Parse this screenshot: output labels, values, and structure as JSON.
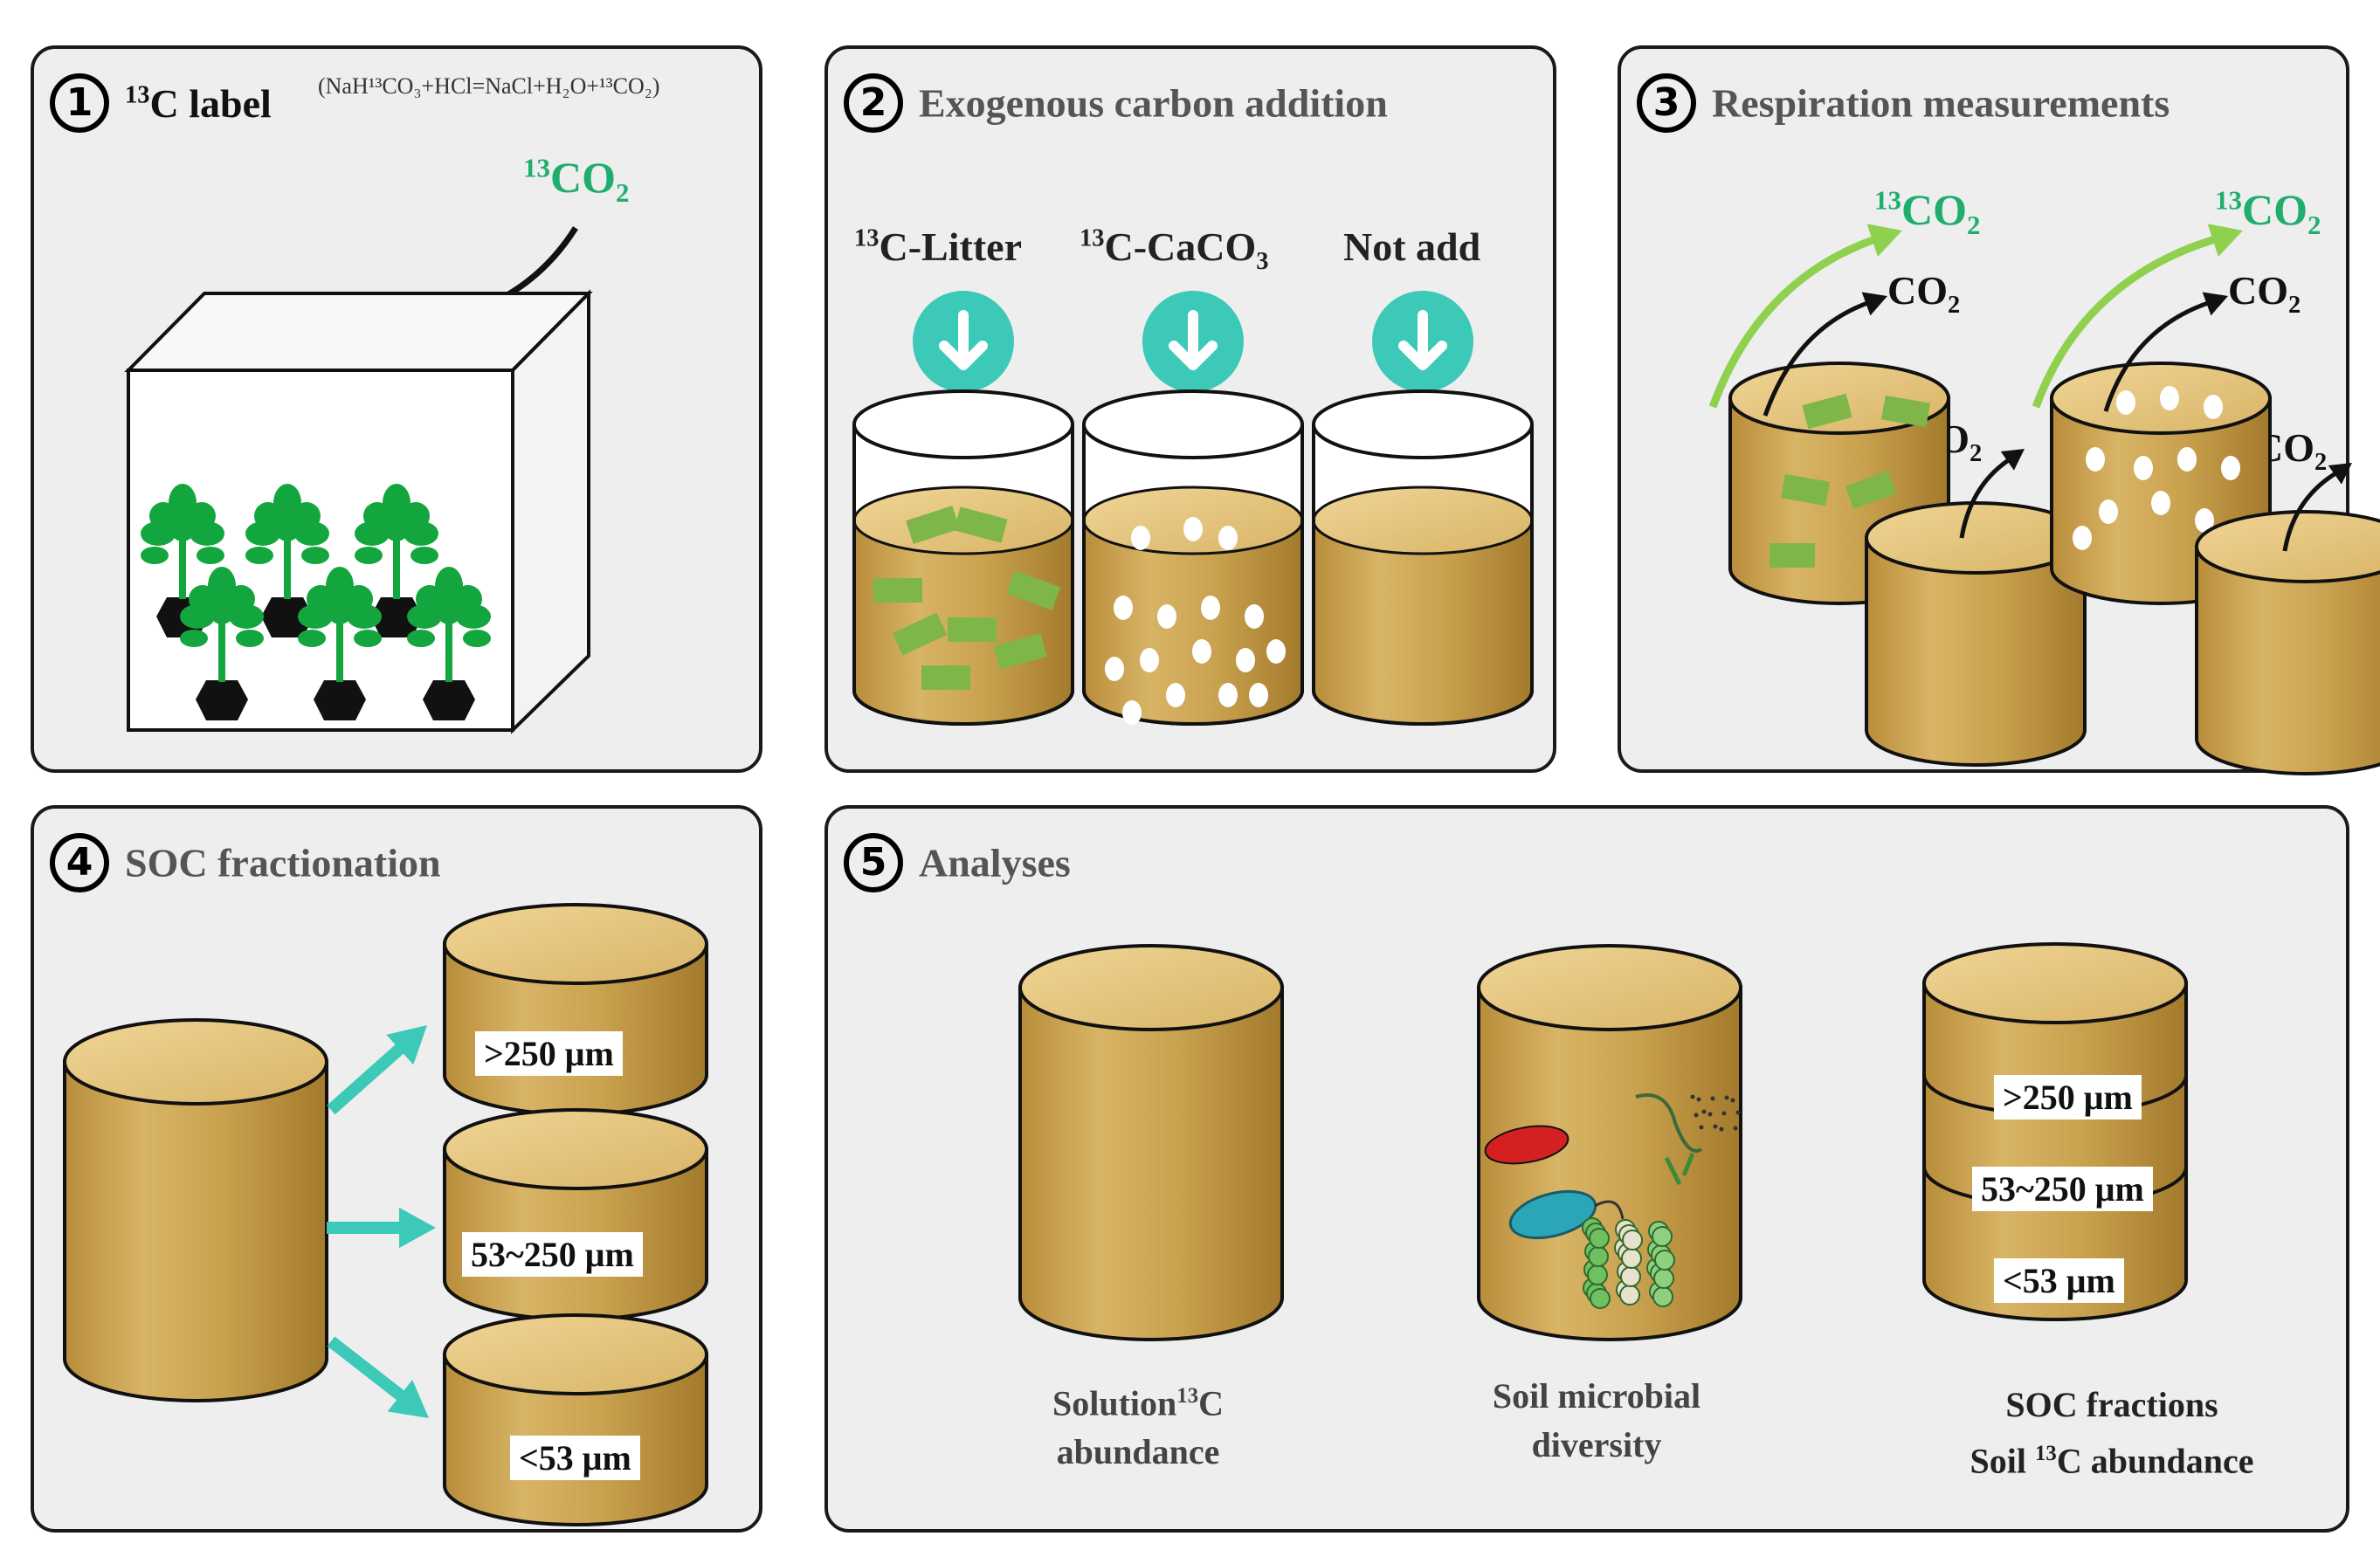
{
  "panel1": {
    "number": "1",
    "title_sup": "13",
    "title_rest": "C label",
    "reaction": "(NaH¹³CO₃+HCl=NaCl+H₂O+¹³CO₂)",
    "gas_sup": "13",
    "gas": "CO",
    "gas_sub": "2"
  },
  "panel2": {
    "number": "2",
    "title": "Exogenous carbon addition",
    "treatments": [
      {
        "sup": "13",
        "label": "C-Litter",
        "sub": ""
      },
      {
        "sup": "13",
        "label": "C-CaCO",
        "sub": "3"
      },
      {
        "sup": "",
        "label": "Not add",
        "sub": ""
      }
    ]
  },
  "panel3": {
    "number": "3",
    "title": "Respiration measurements",
    "labeled_gas_sup": "13",
    "gas": "CO",
    "gas_sub": "2"
  },
  "panel4": {
    "number": "4",
    "title": "SOC fractionation",
    "fractions": [
      ">250 μm",
      "53~250 μm",
      "<53 μm"
    ]
  },
  "panel5": {
    "number": "5",
    "title": "Analyses",
    "cap1_a": "Solution",
    "cap1_sup": "13",
    "cap1_b": "C",
    "cap1_line2": "abundance",
    "cap2_line1": "Soil microbial",
    "cap2_line2": "diversity",
    "cap3_line1": "SOC fractions",
    "cap3_line2_a": "Soil ",
    "cap3_line2_sup": "13",
    "cap3_line2_b": "C abundance",
    "fractions": [
      ">250 μm",
      "53~250 μm",
      "<53 μm"
    ]
  },
  "colors": {
    "soil": "#c8a24f",
    "soil_top": "#e3c47f",
    "teal": "#3cc9b8",
    "litter": "#7fb64a",
    "plant": "#13a63f",
    "arrow_green": "#8fd14f"
  }
}
